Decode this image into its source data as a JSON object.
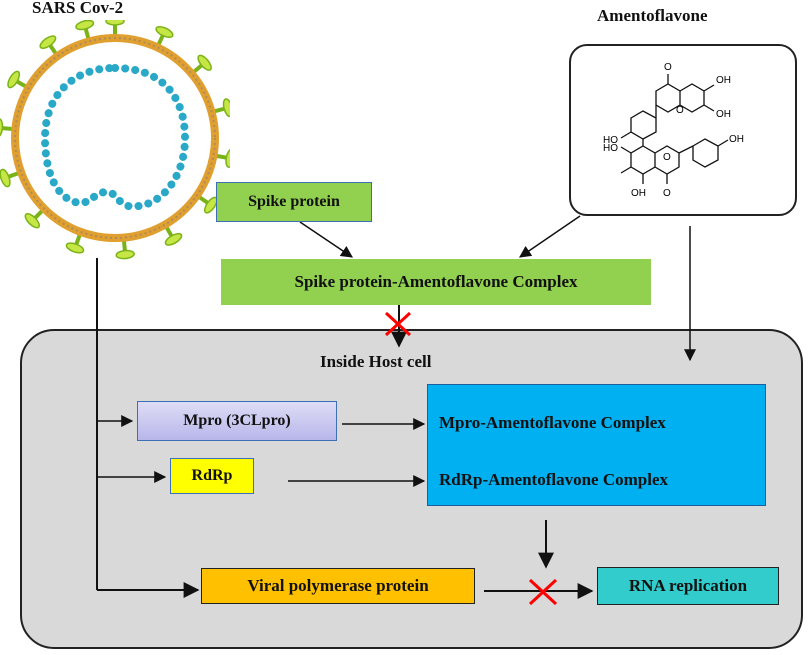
{
  "virus": {
    "title": "SARS Cov-2"
  },
  "compound": {
    "title": "Amentoflavone",
    "structure_labels": [
      "O",
      "OH",
      "OH",
      "O",
      "HO",
      "HO",
      "O",
      "OH",
      "OH",
      "O"
    ]
  },
  "nodes": {
    "spike": "Spike protein",
    "spike_complex": "Spike protein-Amentoflavone Complex",
    "host_cell": "Inside Host cell",
    "mpro": "Mpro (3CLpro)",
    "rdrp": "RdRp",
    "mpro_complex": "Mpro-Amentoflavone Complex",
    "rdrp_complex": "RdRp-Amentoflavone Complex",
    "polymerase": "Viral polymerase protein",
    "rna": "RNA replication"
  },
  "colors": {
    "spike": "#92d050",
    "mpro": "#c5c3ef",
    "rdrp": "#ffff00",
    "complex": "#00b0f0",
    "polymerase": "#ffc000",
    "rna": "#33cccc",
    "host_cell": "#d9d9d9",
    "block": "#ff0000"
  }
}
